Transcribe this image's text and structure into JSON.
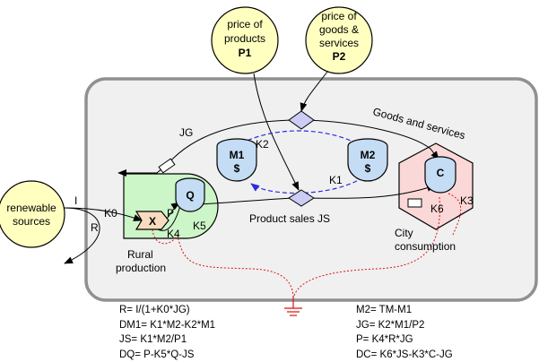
{
  "nodes": {
    "price_products": {
      "line1": "price of",
      "line2": "products",
      "line3": "P1"
    },
    "price_goods": {
      "line1": "price of",
      "line2": "goods &",
      "line3": "services",
      "line4": "P2"
    },
    "renewable": {
      "line1": "renewable",
      "line2": "sources"
    },
    "q_store": "Q",
    "x_interaction": "X",
    "m1": {
      "name": "M1",
      "unit": "$"
    },
    "m2": {
      "name": "M2",
      "unit": "$"
    },
    "c_store": "C"
  },
  "labels": {
    "goods_services": "Goods and services",
    "jg": "JG",
    "k2": "K2",
    "k1": "K1",
    "k3": "K3",
    "k6": "K6",
    "k0": "K0",
    "k4": "K4",
    "k5": "K5",
    "p": "P",
    "i": "I",
    "r": "R",
    "product_sales": "Product sales  JS",
    "rural_line1": "Rural",
    "rural_line2": "production",
    "city_line1": "City",
    "city_line2": "consumption"
  },
  "equations": {
    "left": [
      "R= I/(1+K0*JG)",
      "DM1= K1*M2-K2*M1",
      "JS= K1*M2/P1",
      "DQ= P-K5*Q-JS"
    ],
    "right": [
      "M2= TM-M1",
      "JG= K2*M1/P2",
      "P= K4*R*JG",
      "DC= K6*JS-K3*C-JG"
    ]
  },
  "colors": {
    "source_fill": "#ffffc0",
    "rural_fill": "#ccf5c8",
    "store_fill": "#c4dcf4",
    "city_fill": "#fbd8d8",
    "money_flow": "#2a2ae0",
    "heat_sink": "#dd1111",
    "frame_fill": "#f0f0f0",
    "frame_stroke": "#909090"
  }
}
